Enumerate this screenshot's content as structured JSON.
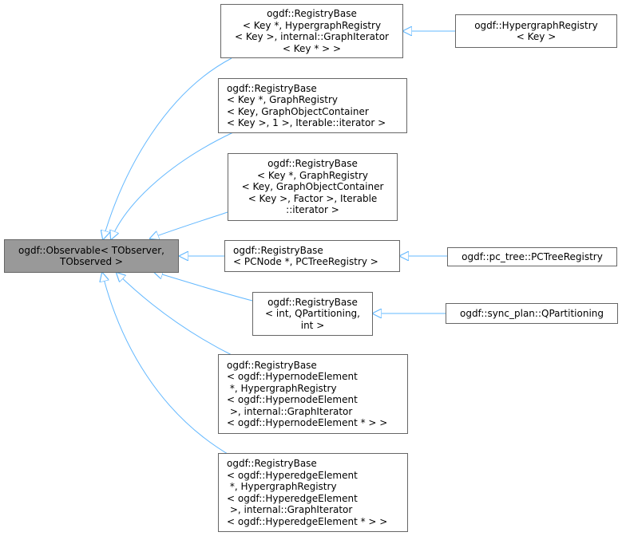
{
  "root": {
    "lines": [
      "ogdf::Observable< TObserver,",
      "TObserved >"
    ]
  },
  "nodes": {
    "rb_hypergraph": [
      "ogdf::RegistryBase",
      "< Key *, HypergraphRegistry",
      "< Key >, internal::GraphIterator",
      "< Key * > >"
    ],
    "hypergraph_registry": [
      "ogdf::HypergraphRegistry",
      "< Key >"
    ],
    "rb_graph_iterable": [
      "ogdf::RegistryBase",
      "< Key *, GraphRegistry",
      "< Key, GraphObjectContainer",
      "< Key >, 1 >, Iterable::iterator >"
    ],
    "rb_graph_factor": [
      "ogdf::RegistryBase",
      "< Key *, GraphRegistry",
      "< Key, GraphObjectContainer",
      "< Key >, Factor >, Iterable",
      "::iterator >"
    ],
    "rb_pcnode": [
      "ogdf::RegistryBase",
      "< PCNode *, PCTreeRegistry >"
    ],
    "pctree_registry": [
      "ogdf::pc_tree::PCTreeRegistry"
    ],
    "rb_qpartitioning": [
      "ogdf::RegistryBase",
      "< int, QPartitioning,",
      "int >"
    ],
    "qpartitioning": [
      "ogdf::sync_plan::QPartitioning"
    ],
    "rb_hypernode": [
      "ogdf::RegistryBase",
      "< ogdf::HypernodeElement",
      " *, HypergraphRegistry",
      "< ogdf::HypernodeElement",
      " >, internal::GraphIterator",
      "< ogdf::HypernodeElement * > >"
    ],
    "rb_hyperedge": [
      "ogdf::RegistryBase",
      "< ogdf::HyperedgeElement",
      " *, HypergraphRegistry",
      "< ogdf::HyperedgeElement",
      " >, internal::GraphIterator",
      "< ogdf::HyperedgeElement * > >"
    ]
  },
  "colors": {
    "edge": "#63b8ff",
    "node_border": "#666666",
    "root_fill": "#999999",
    "node_fill": "#ffffff"
  }
}
